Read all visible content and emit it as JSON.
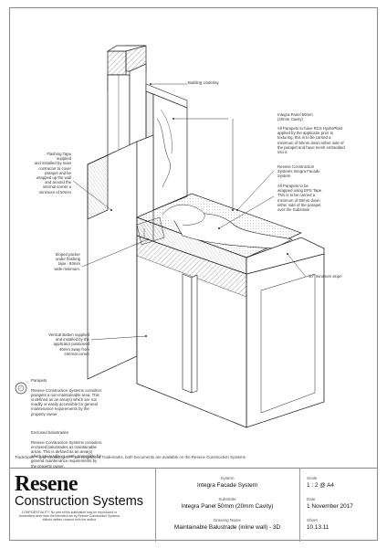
{
  "annotations": {
    "building_underlay": "Building Underlay",
    "integra_panel": "Integra Panel 50mm\n(20mm Cavity)",
    "parapets_note": "All Parapets to have RCS HydroPlast\napplied by the applicator prior to\ntexturing, this is to be carried a\nminimum of 50mm down either side of\nthe parapet and have mesh embedded\ninto it.",
    "flashing_tape": "Flashing Tape\nsupplied\nand installed by main\ncontractor to cover\nparapet and be\nwrapped up the wall\nand around the\ninternal corner a\nminimum of 50mm",
    "resene_facade": "Resene Construction\nSystems Integra Facade\nSystem",
    "parapets_tape": "All Parapets to be\nwrapped using EPS Tape.\nThis is to be carried a\nminimum of 50mm down\neither side of the parapet\nover the Substrate",
    "sloped_packer": "Sloped packer\nunder flashing\ntape - 60mm\nwide minimum.",
    "min_slope": "10° minimum slope",
    "vertical_batten": "Vertical Batten supplied\nand installed by the\napplicator positioned\n40mm away from\ninternal corner"
  },
  "legend": {
    "parapets_title": "Parapets",
    "parapets_text": "Resene Construction Systems considers\nparapets a non-maintainable area. This\nis defined as an area(s) which are not\nreadily or easily accessible for general\nmaintenance requirements by the\nproperty owner.",
    "balustrades_title": "Enclosed balustrades",
    "balustrades_text": "Resene Construction Systems considers\nenclosed balustrades as maintainable\nareas. This is defined as an area(s)\nwhich are readily or easily accessible for\ngeneral maintenance requirements by\nthe property owner."
  },
  "trademark": "TradeSpec™ and RenderSpec™ are Registered Trademarks, both Documents are available on the Resene Construction Systems",
  "title_block": {
    "logo_word": "Resene",
    "logo_sub": "Construction Systems",
    "confidential": "CONFIDENTIALITY: No part of this publication may be reproduced or transmitted other than the intended use by Resene Construction Systems without written consent from the author.",
    "system_label": "System",
    "system_value": "Integra Facade System",
    "substrate_label": "Substrate",
    "substrate_value": "Integra Panel 50mm (20mm Cavity)",
    "drawing_label": "Drawing Name",
    "drawing_value": "Maintainable Balustrade (inline wall) - 3D",
    "scale_label": "Scale",
    "scale_value": "1 : 2 @ A4",
    "date_label": "Date",
    "date_value": "1 November 2017",
    "sheet_label": "Sheet",
    "sheet_value": "10.13.11"
  },
  "colors": {
    "line": "#222222",
    "hatch": "#555555",
    "leader": "#333333"
  }
}
